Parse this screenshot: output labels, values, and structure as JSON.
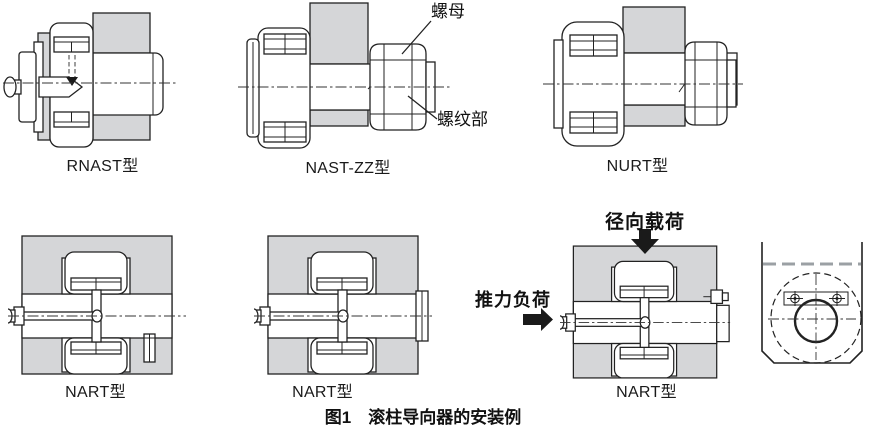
{
  "figure": {
    "caption": "图1　滚柱导向器的安装例",
    "drawings": [
      {
        "id": "rnast",
        "label": "RNAST型"
      },
      {
        "id": "nast-zz",
        "label": "NAST-ZZ型"
      },
      {
        "id": "nurt",
        "label": "NURT型"
      },
      {
        "id": "nart-1",
        "label": "NART型"
      },
      {
        "id": "nart-2",
        "label": "NART型"
      },
      {
        "id": "nart-3",
        "label": "NART型"
      },
      {
        "id": "end-view",
        "label": ""
      }
    ],
    "callouts": {
      "nut": "螺母",
      "threaded_part": "螺纹部",
      "radial_load": "径向载荷",
      "thrust_load": "推力负荷"
    },
    "colors": {
      "housing_gray": "#d5d6d8",
      "line_dark": "#222222",
      "hidden_edge_gray": "#9ba0a4",
      "background": "#ffffff"
    }
  }
}
